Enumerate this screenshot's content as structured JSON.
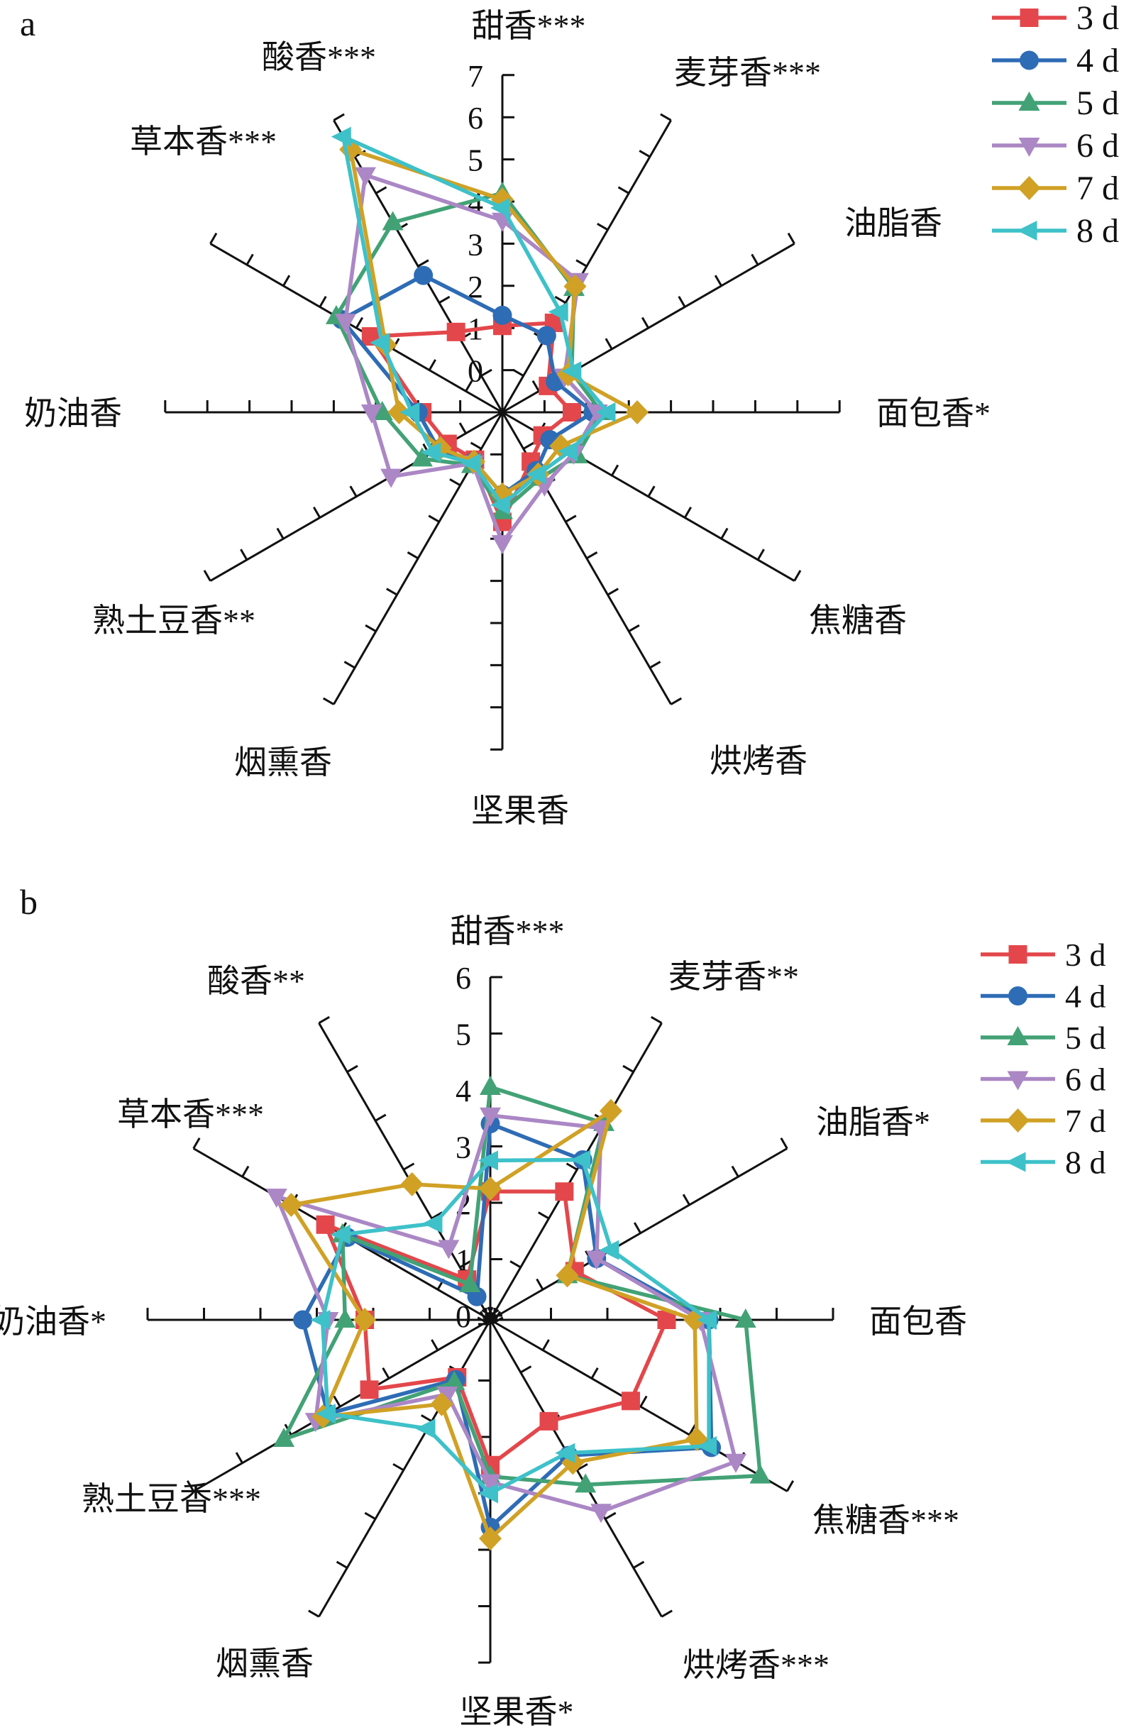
{
  "page": {
    "panel_a": "a",
    "panel_b": "b"
  },
  "legend": {
    "items": [
      {
        "label": "3 d",
        "marker": "square",
        "color": "#e3474b"
      },
      {
        "label": "4 d",
        "marker": "circle",
        "color": "#2e6cb5"
      },
      {
        "label": "5 d",
        "marker": "triangle-up",
        "color": "#42a276"
      },
      {
        "label": "6 d",
        "marker": "triangle-down",
        "color": "#ab87c5"
      },
      {
        "label": "7 d",
        "marker": "diamond",
        "color": "#d0a125"
      },
      {
        "label": "8 d",
        "marker": "triangle-left",
        "color": "#3ec1c9"
      }
    ]
  },
  "chart_data": [
    {
      "type": "radar",
      "panel": "a",
      "axis_range": [
        0,
        7
      ],
      "radial_tick_labels": [
        "0",
        "1",
        "2",
        "3",
        "4",
        "5",
        "6",
        "7"
      ],
      "grid": false,
      "legend_position": "top-right",
      "categories": [
        "甜香***",
        "麦芽香***",
        "油脂香",
        "面包香*",
        "焦糖香",
        "烘烤香",
        "坚果香",
        "烟熏香",
        "熟土豆香**",
        "奶油香",
        "草本香***",
        "酸香***"
      ],
      "series": [
        {
          "name": "3 d",
          "marker": "square",
          "color": "#e3474b",
          "values": [
            1.05,
            1.45,
            0.25,
            0.65,
            0.1,
            0.35,
            1.6,
            0.3,
            0.5,
            0.9,
            2.6,
            1.2
          ]
        },
        {
          "name": "4 d",
          "marker": "circle",
          "color": "#2e6cb5",
          "values": [
            1.3,
            1.1,
            0.45,
            1.15,
            0.3,
            0.6,
            0.95,
            0.35,
            0.75,
            1.0,
            3.4,
            2.75
          ]
        },
        {
          "name": "5 d",
          "marker": "triangle-up",
          "color": "#42a276",
          "values": [
            4.2,
            2.4,
            0.9,
            1.35,
            1.05,
            0.8,
            1.35,
            0.45,
            1.2,
            1.85,
            3.55,
            4.2
          ]
        },
        {
          "name": "6 d",
          "marker": "triangle-down",
          "color": "#ab87c5",
          "values": [
            3.55,
            2.6,
            0.7,
            1.25,
            0.95,
            1.0,
            2.1,
            0.4,
            2.05,
            2.1,
            3.3,
            5.5
          ]
        },
        {
          "name": "7 d",
          "marker": "diamond",
          "color": "#d0a125",
          "values": [
            4.05,
            2.45,
            0.8,
            2.2,
            0.6,
            0.7,
            0.95,
            0.35,
            0.7,
            1.45,
            2.2,
            6.2
          ]
        },
        {
          "name": "8 d",
          "marker": "triangle-left",
          "color": "#3ec1c9",
          "values": [
            3.85,
            1.75,
            0.95,
            1.5,
            0.85,
            0.7,
            1.2,
            0.4,
            0.9,
            1.15,
            2.3,
            6.55
          ]
        }
      ]
    },
    {
      "type": "radar",
      "panel": "b",
      "axis_range": [
        0,
        6
      ],
      "radial_tick_labels": [
        "0",
        "1",
        "2",
        "3",
        "4",
        "5",
        "6"
      ],
      "grid": false,
      "legend_position": "right",
      "categories": [
        "甜香***",
        "麦芽香**",
        "油脂香*",
        "面包香",
        "焦糖香***",
        "烘烤香***",
        "坚果香*",
        "烟熏香",
        "熟土豆香***",
        "奶油香*",
        "草本香***",
        "酸香**"
      ],
      "series": [
        {
          "name": "3 d",
          "marker": "square",
          "color": "#e3474b",
          "values": [
            2.2,
            2.55,
            1.65,
            3.05,
            2.8,
            2.0,
            2.5,
            1.1,
            2.4,
            2.15,
            3.3,
            0.75
          ]
        },
        {
          "name": "4 d",
          "marker": "circle",
          "color": "#2e6cb5",
          "values": [
            3.4,
            3.2,
            2.1,
            3.8,
            4.45,
            2.7,
            3.6,
            1.15,
            3.25,
            3.25,
            2.85,
            0.4
          ]
        },
        {
          "name": "5 d",
          "marker": "triangle-up",
          "color": "#42a276",
          "values": [
            4.05,
            3.95,
            1.5,
            4.45,
            5.45,
            3.3,
            2.7,
            1.2,
            4.15,
            2.5,
            2.95,
            0.65
          ]
        },
        {
          "name": "6 d",
          "marker": "triangle-down",
          "color": "#ab87c5",
          "values": [
            3.55,
            3.85,
            2.1,
            3.65,
            4.95,
            3.85,
            2.8,
            1.45,
            3.5,
            2.8,
            4.3,
            1.4
          ]
        },
        {
          "name": "7 d",
          "marker": "diamond",
          "color": "#d0a125",
          "values": [
            2.25,
            4.2,
            1.5,
            3.55,
            4.15,
            2.85,
            3.8,
            1.65,
            3.35,
            2.15,
            4.0,
            2.7
          ]
        },
        {
          "name": "8 d",
          "marker": "triangle-left",
          "color": "#3ec1c9",
          "values": [
            2.75,
            3.2,
            2.4,
            3.8,
            4.4,
            2.65,
            3.0,
            2.15,
            3.25,
            2.9,
            2.95,
            1.9
          ]
        }
      ]
    }
  ]
}
